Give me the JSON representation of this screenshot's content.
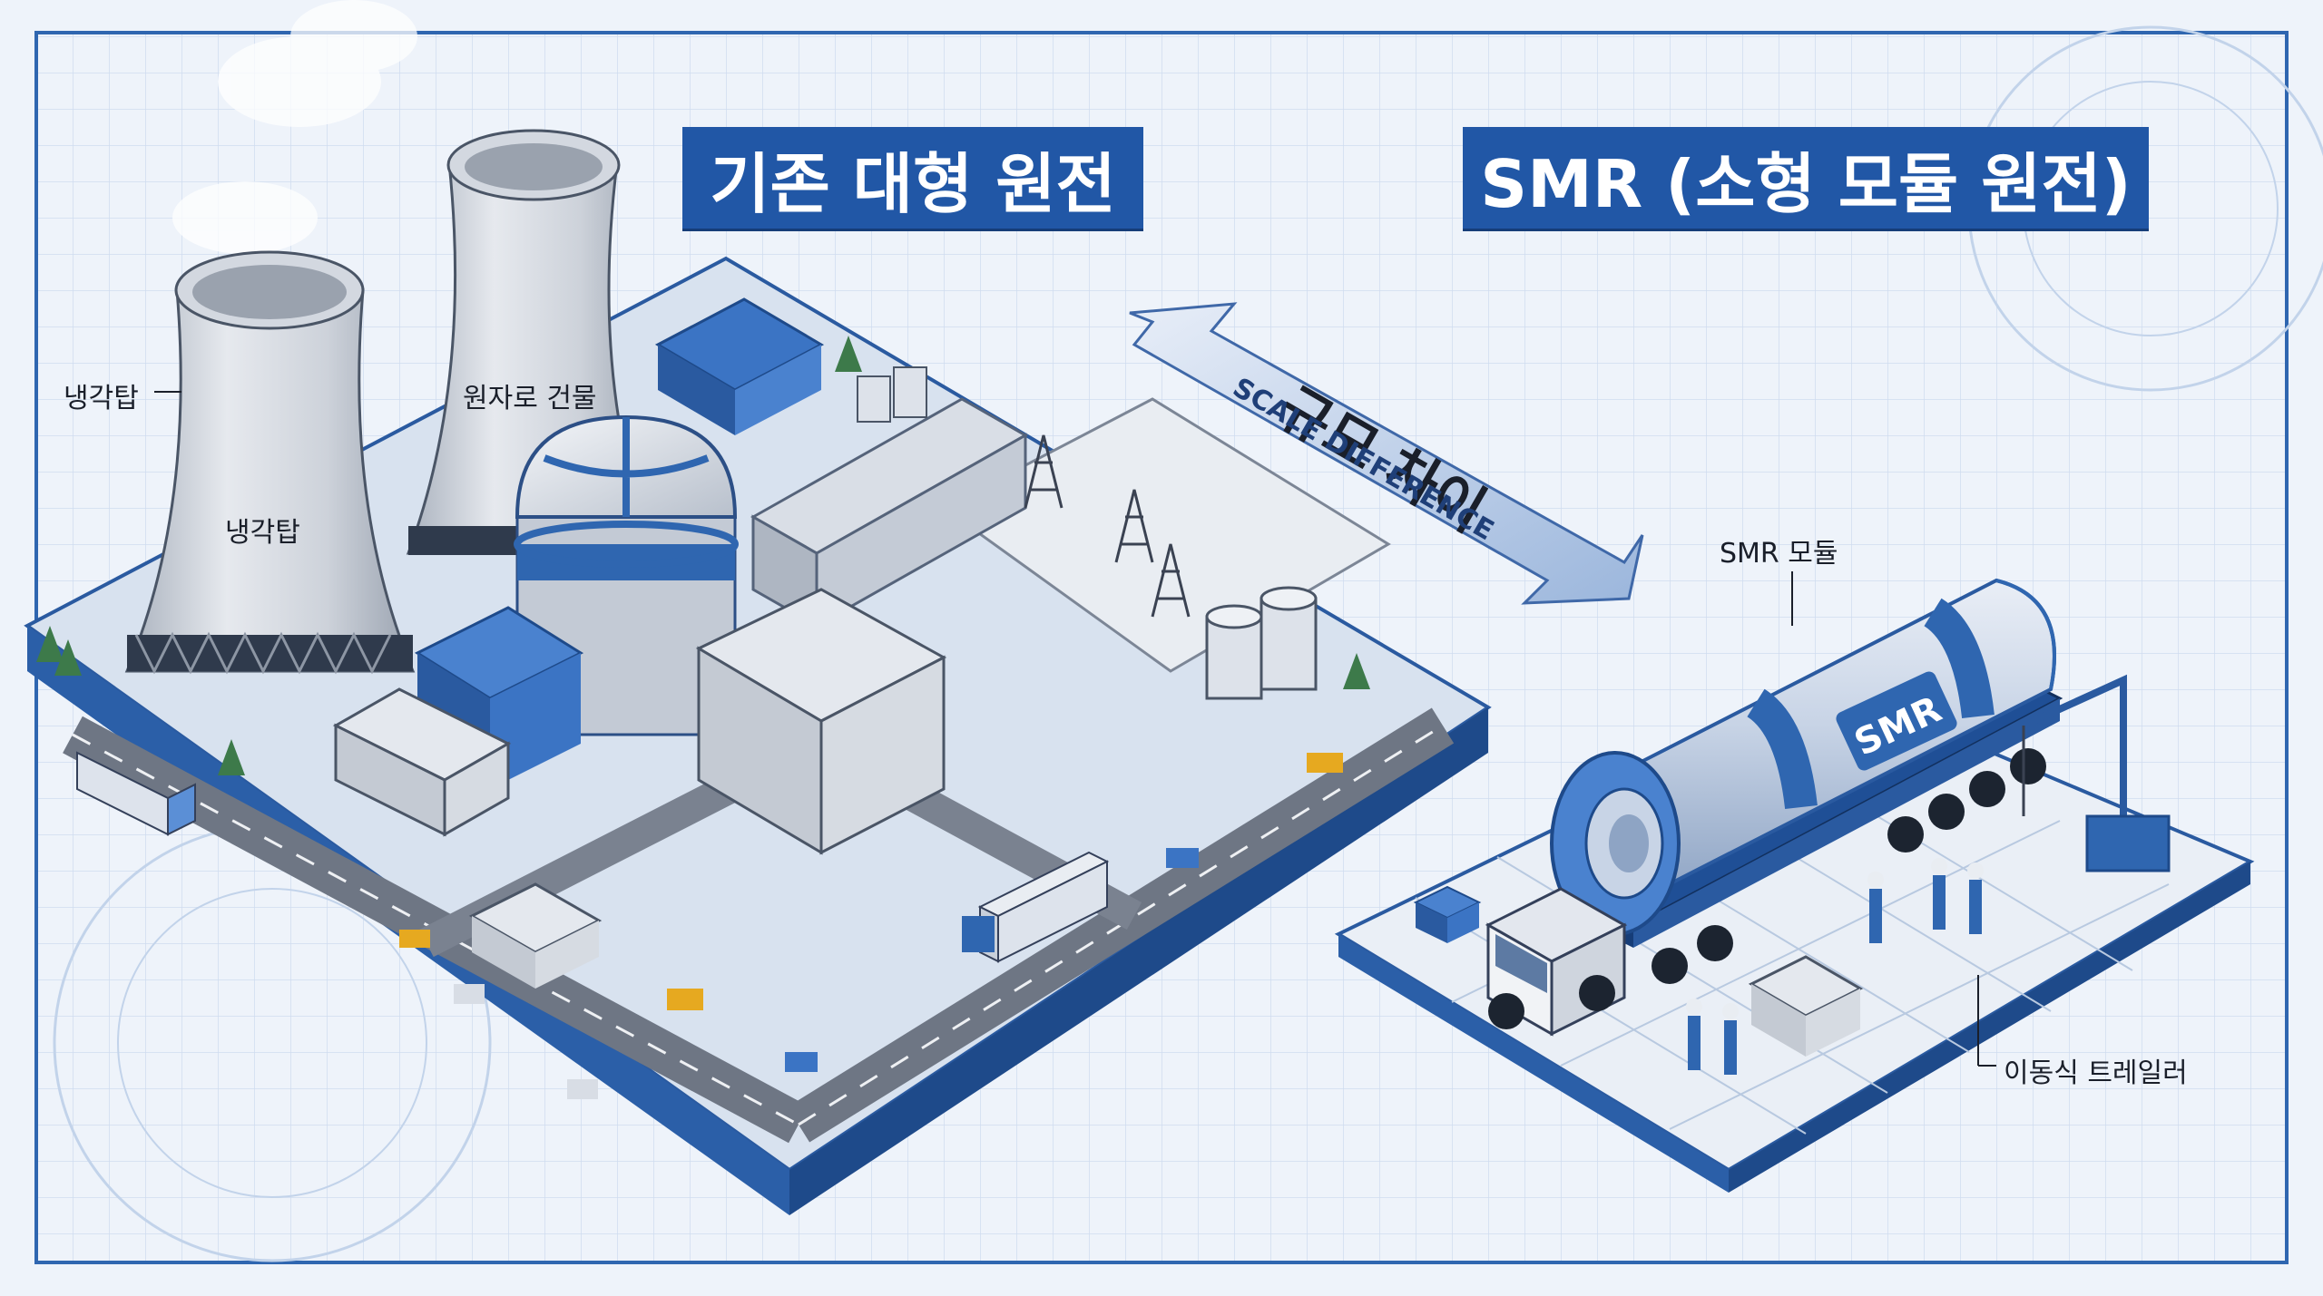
{
  "titles": {
    "conventional": "기존 대형 원전",
    "smr": "SMR (소형 모듈 원전)"
  },
  "labels": {
    "cooling_tower_left": "냉각탑",
    "cooling_tower_body": "냉각탑",
    "reactor_building": "원자로 건물",
    "smr_module": "SMR 모듈",
    "smr_vessel_text": "SMR",
    "mobile_trailer": "이동식 트레일러"
  },
  "arrow": {
    "korean": "규모 차이",
    "english": "SCALE DIFFERENCE"
  },
  "colors": {
    "accent_blue": "#2157a6",
    "light_blue": "#5b8fd6",
    "background": "#eef3fa",
    "grid": "#c5d6ec"
  }
}
